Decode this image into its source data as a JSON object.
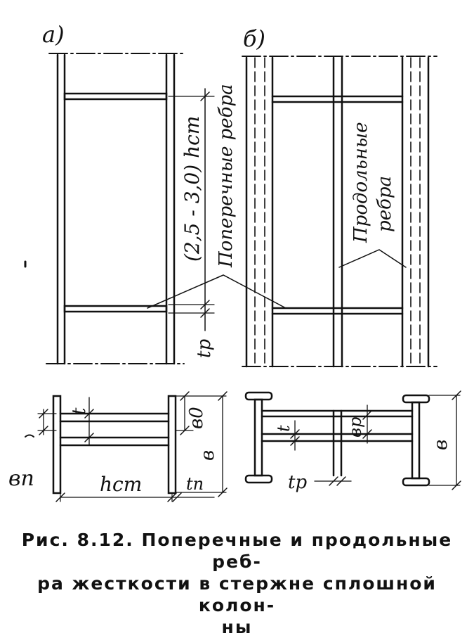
{
  "figure": {
    "panel_a_label": "а)",
    "panel_b_label": "б)",
    "spacing_label": "(2,5 - 3,0) hст",
    "transverse_ribs_label": "Поперечные ребра",
    "longitudinal_ribs_label_line1": "Продольные",
    "longitudinal_ribs_label_line2": "ребра",
    "rib_thickness_label_a": "tр",
    "section_a": {
      "t": "t",
      "b0": "в0",
      "b": "в",
      "bn": "вn",
      "hst": "hст",
      "tn": "tп"
    },
    "section_b": {
      "t": "t",
      "bp": "вр",
      "b": "в",
      "tp": "tр"
    }
  },
  "caption": {
    "line1": "Рис. 8.12. Поперечные и продольные реб-",
    "line2": "ра жесткости в стержне сплошной колон-",
    "line3": "ны"
  }
}
